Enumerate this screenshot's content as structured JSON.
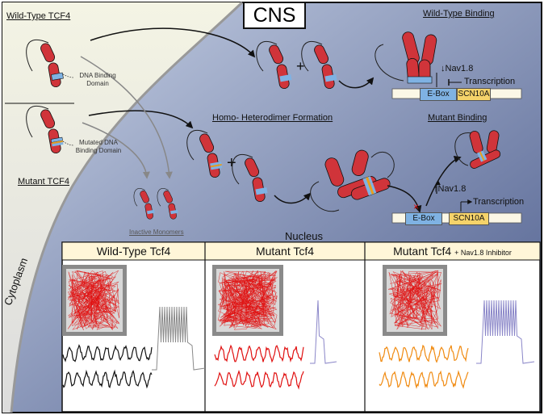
{
  "title": "CNS",
  "labels": {
    "wild_type_tcf4": "Wild-Type TCF4",
    "dna_binding_domain": "DNA Binding Domain",
    "mutated_domain": "Mutated DNA Binding Domain",
    "mutant_tcf4": "Mutant TCF4",
    "inactive_monomers": "Inactive Monomers",
    "dimer_formation": "Homo- Heterodimer Formation",
    "wild_type_binding": "Wild-Type Binding",
    "mutant_binding": "Mutant Binding",
    "nucleus": "Nucleus",
    "cytoplasm": "Cytoplasm",
    "plus": "+"
  },
  "wt_binding": {
    "nav": "Nav1.8",
    "transcription": "Transcription",
    "ebox": "E-Box",
    "gene": "SCN10A"
  },
  "mut_binding": {
    "nav": "Nav1.8",
    "transcription": "Transcription",
    "ebox": "E-Box",
    "gene": "SCN10A"
  },
  "panels": [
    {
      "title": "Wild-Type Tcf4",
      "suffix": "",
      "trace_color": "#111111"
    },
    {
      "title": "Mutant Tcf4",
      "suffix": "",
      "trace_color": "#e01010"
    },
    {
      "title": "Mutant Tcf4",
      "suffix": "+ Nav1.8 Inhibitor",
      "trace_color": "#f08a10"
    }
  ],
  "colors": {
    "protein": "#d0343a",
    "dna_domain": "#7fb2e3",
    "mutation": "#e8a020",
    "background_dark": "#4a5a8a",
    "panel_header": "#fff6d8",
    "spike_trace": "#8a86c8"
  }
}
